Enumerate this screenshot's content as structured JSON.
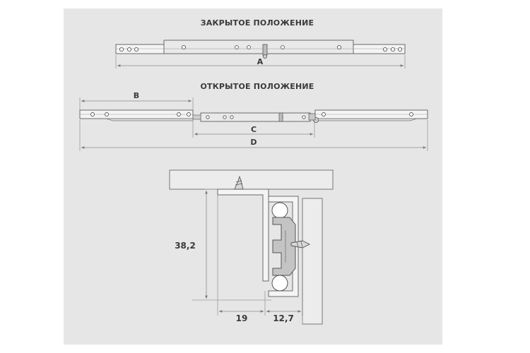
{
  "diagram": {
    "closed_title": "ЗАКРЫТОЕ ПОЛОЖЕНИЕ",
    "open_title": "ОТКРЫТОЕ ПОЛОЖЕНИЕ",
    "dim_a": "A",
    "dim_b": "B",
    "dim_c": "C",
    "dim_d": "D",
    "height_value": "38,2",
    "width_value_left": "19",
    "width_value_right": "12,7"
  }
}
